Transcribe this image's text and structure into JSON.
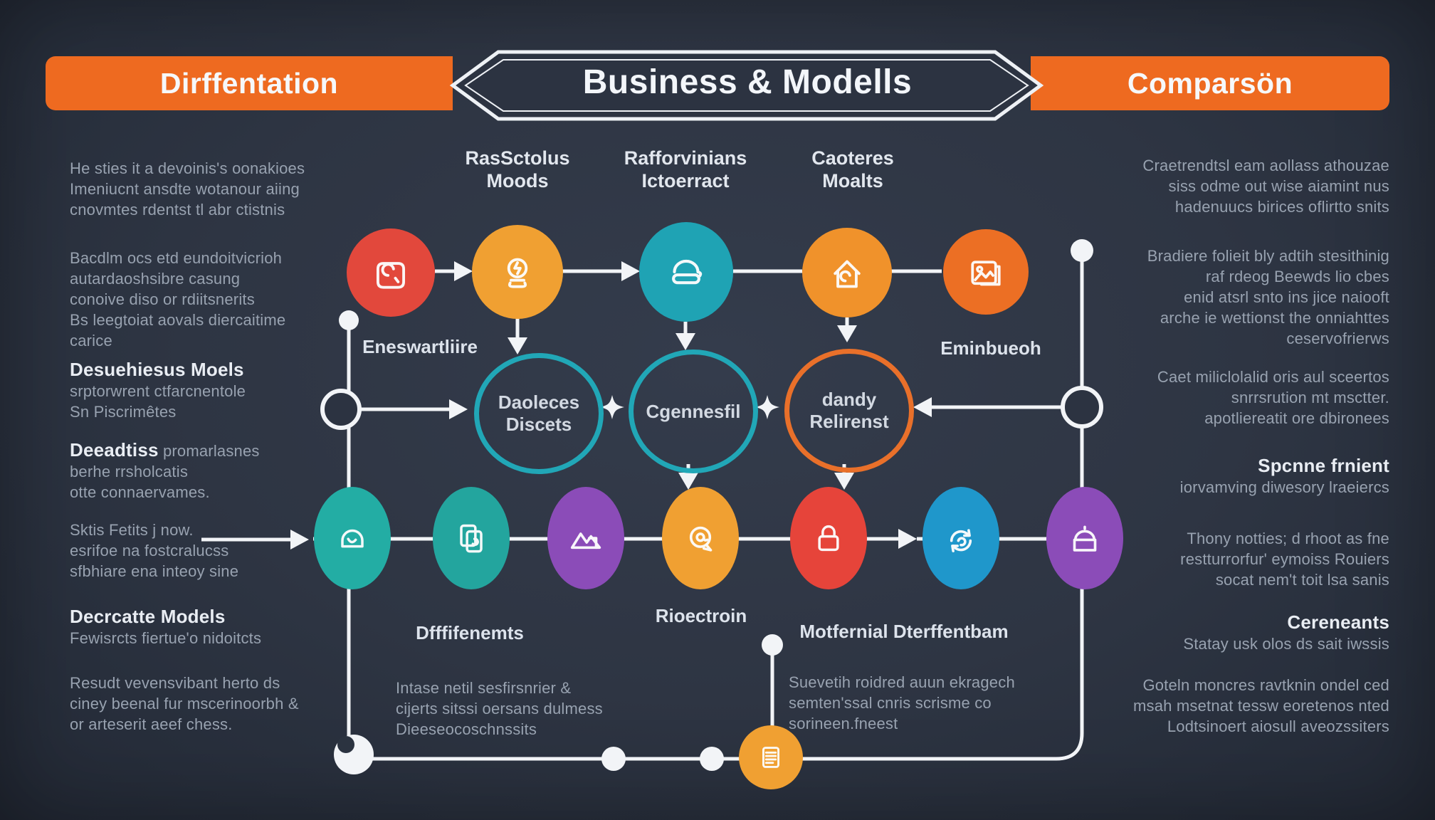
{
  "header": {
    "left": "Dirffentation",
    "center": "Business & Modells",
    "right": "Comparsön"
  },
  "left_column": {
    "p1": "He sties it a devoinis's oonakioes\nImeniucnt ansdte wotanour aiing\ncnovmtes rdentst tl abr ctistnis",
    "p2": "Bacdlm ocs etd eundoitvicrioh\nautardaoshsibre casung\nconoive diso or rdiitsnerits\nBs leegtoiat aovals diercaitime\ncarice",
    "h1": "Desuehiesus Moels",
    "p3": "srptorwrent ctfarcnentole\nSn Piscrimêtes",
    "h2_bold": "Deeadtiss",
    "h2_rest": " promarlasnes\nberhe rrsholcatis\notte connaervames.",
    "p5": "Sktis Fetits j now.\nesrifoe na fostcralucss\nsfbhiare ena inteoy sine",
    "h3": "Decrcatte Models",
    "p6": "Fewisrcts fiertue'o nidoitcts",
    "p7": "Resudt vevensvibant herto ds\nciney beenal fur mscerinoorbh &\nor arteserit aeef chess."
  },
  "right_column": {
    "p1": "Craetrendtsl eam aollass athouzae\nsiss odme out wise aiamint nus\nhadenuucs birices oflirtto snits",
    "p2": "Bradiere folieit bly adtih stesithinig\nraf rdeog Beewds lio cbes\nenid atsrl snto ins jice naiooft\narche ie wettionst the onniahttes\nceservofrierws",
    "p3": "Caet miliclolalid oris aul sceertos\nsnrrsrution mt msctter.\napotliereatit ore dbironees",
    "h1": "Spcnne frnient",
    "p4": "iorvamving diwesory lraeiercs",
    "p5": "Thony notties; d rhoot as fne\nrestturrorfur' eymoiss Rouiers\nsocat nem't toit lsa sanis",
    "h2": "Cereneants",
    "p6": "Statay usk olos ds sait iwssis",
    "p7": "Goteln moncres ravtknin ondel ced\nmsah msetnat tessw eoretenos nted\nLodtsinoert aiosull aveozssiters"
  },
  "diagram": {
    "top_labels": [
      "RasSctolus\nMoods",
      "Rafforvinians\nIctoerract",
      "Caoteres\nMoalts"
    ],
    "label_left": "Eneswartliire",
    "label_right": "Eminbueoh",
    "rings": [
      "Daoleces\nDiscets",
      "Cgennesfil",
      "dandy\nRelirenst"
    ],
    "bottom_label_1": "Dfffifenemts",
    "bottom_label_2": "Rioectroin",
    "bottom_label_3": "Motfernial Dterffentbam",
    "bottom_p1": "Intase netil sesfirsnrier &\ncijerts sitssi oersans dulmess\nDieeseocoschnssits",
    "bottom_p2": "Suevetih roidred auun ekragech\nsemten'ssal cnris scrisme co\nsorineen.fneest",
    "icons": {
      "top_row": [
        "lock-badge-icon",
        "lamp-icon",
        "graduation-dome-icon",
        "house-icon",
        "photo-icon"
      ],
      "bottom_row": [
        "bell-dome-icon",
        "copy-stack-icon",
        "mountains-icon",
        "chat-at-icon",
        "padlock-icon",
        "refresh-dome-icon",
        "dome-pot-icon"
      ],
      "timeline_marker": "document-list-icon"
    },
    "colors": {
      "banner_orange": "#ee6a20",
      "teal": "#1fa3b4",
      "teal_green": "#23ada4",
      "orange": "#f0a032",
      "deep_orange": "#ec6f24",
      "red": "#e2483c",
      "purple": "#8b4cb8",
      "blue": "#1f97cb",
      "wire_white": "#f2f4f7",
      "body_text": "#98a2b0",
      "heading_text": "#e9edf3",
      "background": "#2b3240"
    }
  }
}
